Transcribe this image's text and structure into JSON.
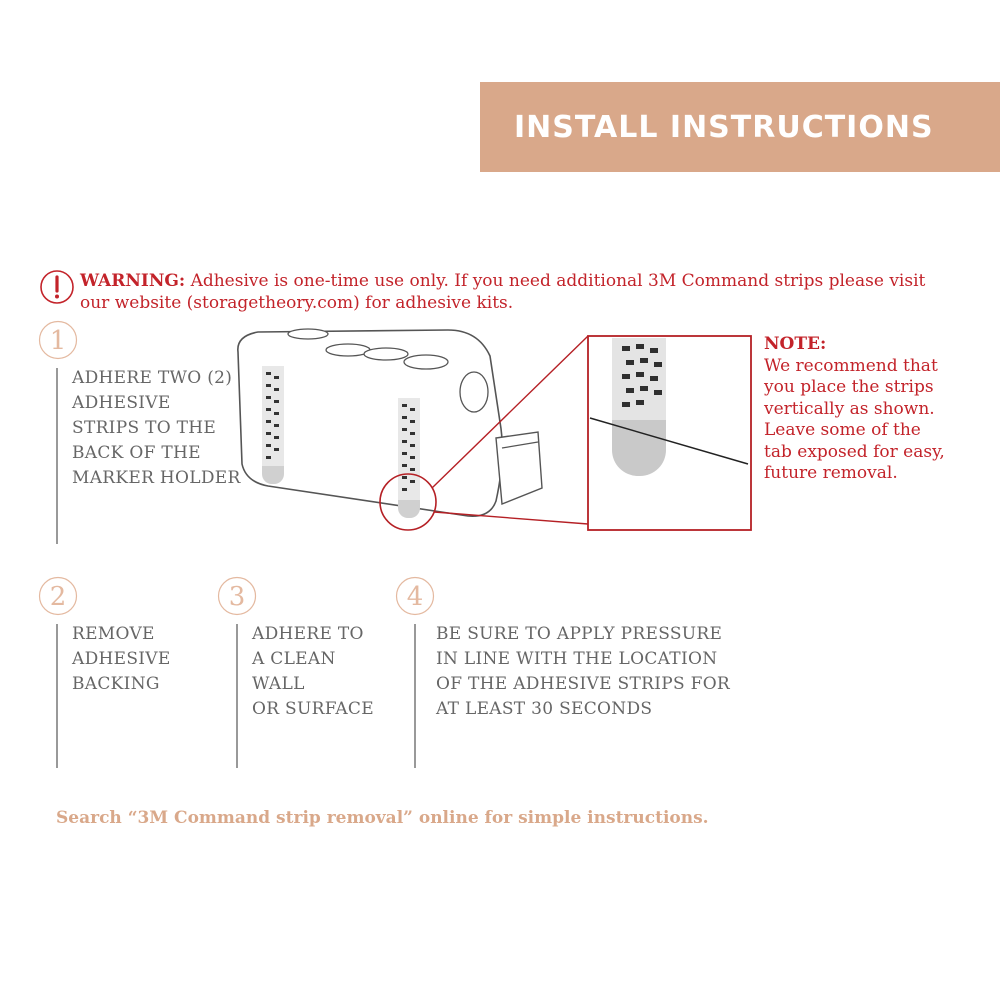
{
  "banner": {
    "title": "INSTALL INSTRUCTIONS"
  },
  "warning": {
    "label": "WARNING:",
    "text": "Adhesive is one-time use only. If you need additional 3M Command strips please visit our website (storagetheory.com) for adhesive kits."
  },
  "steps": [
    {
      "number": "1",
      "lines": [
        "ADHERE TWO (2)",
        "ADHESIVE",
        "STRIPS TO THE",
        "BACK OF THE",
        "MARKER HOLDER"
      ]
    },
    {
      "number": "2",
      "lines": [
        "REMOVE",
        "ADHESIVE",
        "BACKING"
      ]
    },
    {
      "number": "3",
      "lines": [
        "ADHERE TO",
        "A CLEAN",
        "WALL",
        "OR SURFACE"
      ]
    },
    {
      "number": "4",
      "lines": [
        "BE SURE TO APPLY PRESSURE",
        "IN LINE WITH THE LOCATION",
        "OF THE ADHESIVE STRIPS FOR",
        "AT LEAST 30 SECONDS"
      ]
    }
  ],
  "note": {
    "title": "NOTE:",
    "lines": [
      "We recommend that",
      "you place the strips",
      "vertically as shown.",
      "Leave some of the",
      "tab exposed for easy,",
      "future removal."
    ]
  },
  "footer": {
    "text": "Search “3M Command strip removal” online for simple instructions."
  },
  "colors": {
    "accent": "#d9a88a",
    "warning": "#c3232a",
    "text": "#666666"
  },
  "icons": {
    "warning": "exclamation-circle-icon"
  }
}
